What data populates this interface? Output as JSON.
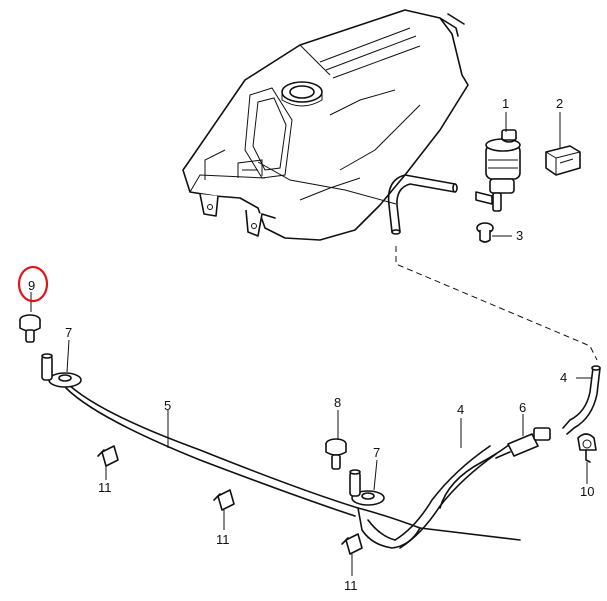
{
  "colors": {
    "ink": "#111111",
    "highlight": "#e0161a",
    "background": "#ffffff"
  },
  "callouts": {
    "c1": "1",
    "c2": "2",
    "c3": "3",
    "c4a": "4",
    "c4b": "4",
    "c5": "5",
    "c6": "6",
    "c7a": "7",
    "c7b": "7",
    "c8": "8",
    "c9": "9",
    "c10": "10",
    "c11a": "11",
    "c11b": "11",
    "c11c": "11"
  },
  "highlighted_callout": "9"
}
